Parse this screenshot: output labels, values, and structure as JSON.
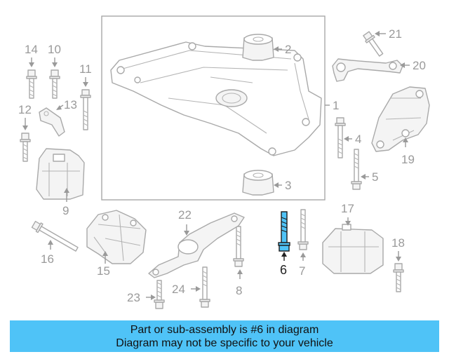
{
  "diagram": {
    "colors": {
      "highlight": "#4fc3f7",
      "line": "#a9a9a9",
      "label": "#9a9a9a"
    },
    "callouts": {
      "c1": "1",
      "c2": "2",
      "c3": "3",
      "c4": "4",
      "c5": "5",
      "c6": "6",
      "c7": "7",
      "c8": "8",
      "c9": "9",
      "c10": "10",
      "c11": "11",
      "c12": "12",
      "c13": "13",
      "c14": "14",
      "c15": "15",
      "c16": "16",
      "c17": "17",
      "c18": "18",
      "c19": "19",
      "c20": "20",
      "c21": "21",
      "c22": "22",
      "c23": "23",
      "c24": "24"
    },
    "highlighted_part": "6"
  },
  "banner": {
    "line1": "Part or sub-assembly is #6 in diagram",
    "line2": "Diagram may not be specific to your vehicle"
  }
}
